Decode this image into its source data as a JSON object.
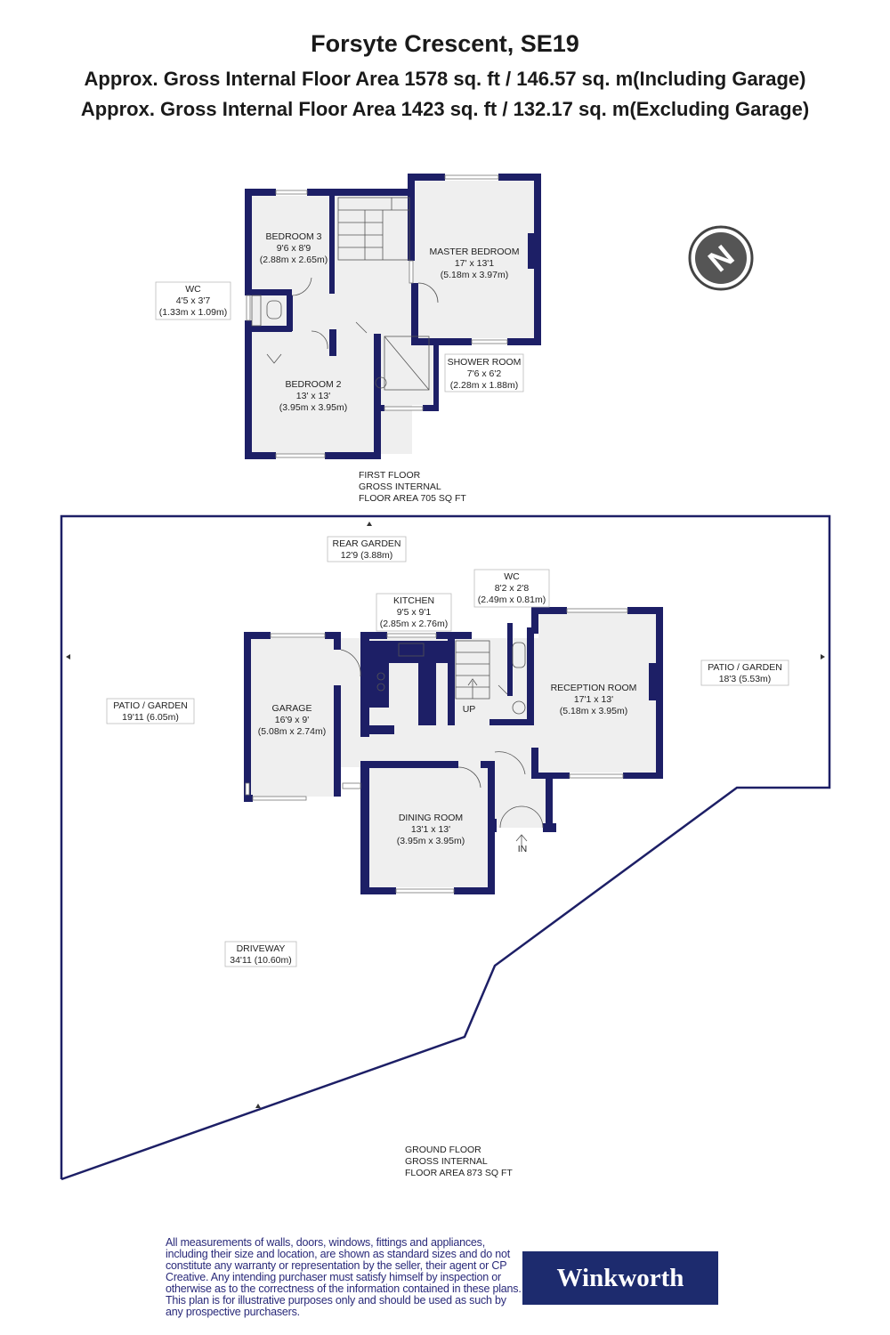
{
  "header": {
    "title": "Forsyte Crescent, SE19",
    "line1": "Approx. Gross Internal Floor Area 1578 sq. ft / 146.57 sq. m(Including Garage)",
    "line2": "Approx. Gross Internal Floor Area 1423 sq. ft / 132.17 sq. m(Excluding Garage)"
  },
  "first_floor": {
    "label": [
      "FIRST FLOOR",
      "GROSS INTERNAL",
      "FLOOR AREA 705 SQ FT"
    ],
    "rooms": {
      "bedroom3": [
        "BEDROOM 3",
        "9'6 x 8'9",
        "(2.88m x 2.65m)"
      ],
      "master": [
        "MASTER BEDROOM",
        "17' x 13'1",
        "(5.18m x 3.97m)"
      ],
      "wc": [
        "WC",
        "4'5 x 3'7",
        "(1.33m x 1.09m)"
      ],
      "bedroom2": [
        "BEDROOM 2",
        "13' x 13'",
        "(3.95m x 3.95m)"
      ],
      "shower": [
        "SHOWER ROOM",
        "7'6 x 6'2",
        "(2.28m x 1.88m)"
      ]
    }
  },
  "ground_floor": {
    "label": [
      "GROUND FLOOR",
      "GROSS INTERNAL",
      "FLOOR AREA 873 SQ FT"
    ],
    "areas": {
      "rear_garden": [
        "REAR GARDEN",
        "12'9 (3.88m)"
      ],
      "wc": [
        "WC",
        "8'2 x 2'8",
        "(2.49m x 0.81m)"
      ],
      "kitchen": [
        "KITCHEN",
        "9'5 x 9'1",
        "(2.85m x 2.76m)"
      ],
      "patio_right": [
        "PATIO / GARDEN",
        "18'3 (5.53m)"
      ],
      "reception": [
        "RECEPTION ROOM",
        "17'1 x 13'",
        "(5.18m x 3.95m)"
      ],
      "patio_left": [
        "PATIO / GARDEN",
        "19'11 (6.05m)"
      ],
      "garage": [
        "GARAGE",
        "16'9 x 9'",
        "(5.08m x 2.74m)"
      ],
      "dining": [
        "DINING ROOM",
        "13'1 x 13'",
        "(3.95m x 3.95m)"
      ],
      "driveway": [
        "DRIVEWAY",
        "34'11 (10.60m)"
      ],
      "up": "UP",
      "in": "IN"
    }
  },
  "compass": {
    "letter": "N"
  },
  "disclaimer": "All measurements of walls, doors, windows, fittings and appliances, including their size and location, are shown as standard sizes and do not constitute any warranty or representation by the seller, their agent or CP Creative. Any intending purchaser must satisfy himself by inspection or otherwise as to the correctness of the information contained in these plans. This plan is for illustrative purposes only and should be used as such by any prospective purchasers.",
  "logo": "Winkworth",
  "colors": {
    "wall": "#1d1f66",
    "brand": "#1d2b6e"
  }
}
